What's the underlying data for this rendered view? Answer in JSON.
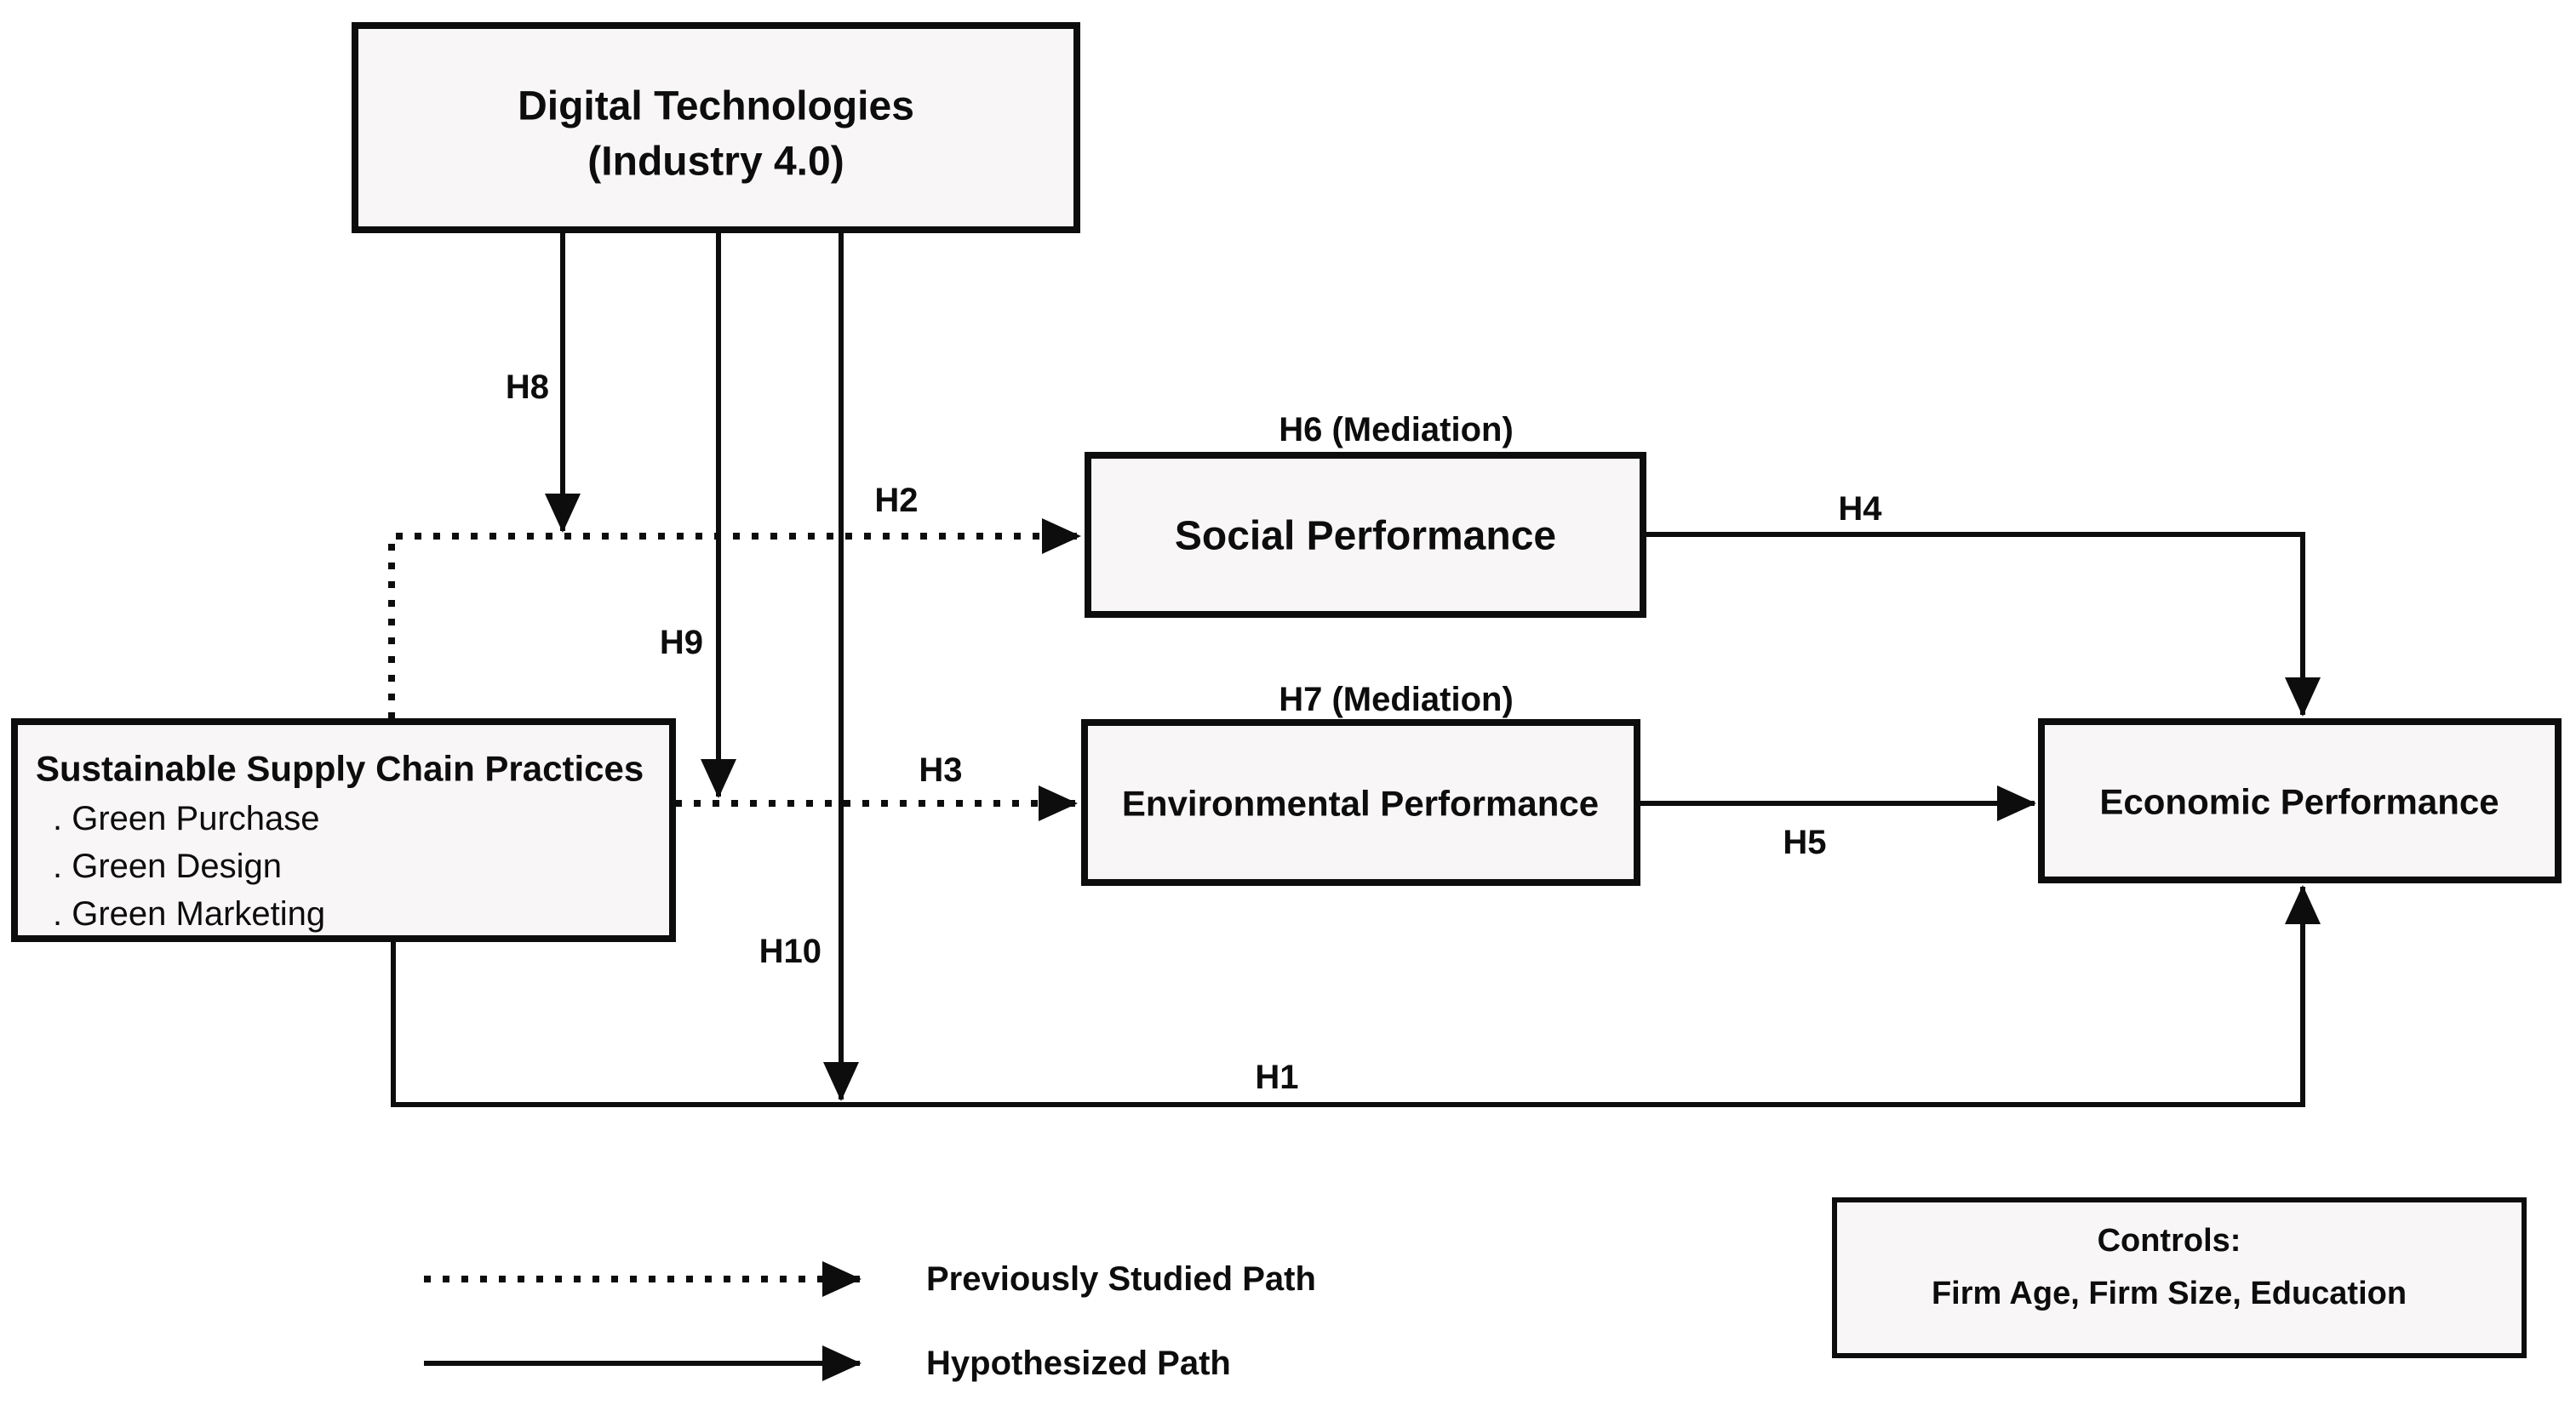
{
  "nodes": {
    "digital_technologies": {
      "line1": "Digital Technologies",
      "line2": "(Industry 4.0)"
    },
    "sscp": {
      "title": "Sustainable Supply Chain Practices",
      "items": [
        ". Green Purchase",
        ". Green Design",
        ". Green Marketing"
      ]
    },
    "social_performance": {
      "label": "Social Performance"
    },
    "environmental_performance": {
      "label": "Environmental Performance"
    },
    "economic_performance": {
      "label": "Economic Performance"
    },
    "controls": {
      "line1": "Controls:",
      "line2": "Firm Age, Firm Size, Education"
    }
  },
  "path_labels": {
    "h1": "H1",
    "h2": "H2",
    "h3": "H3",
    "h4": "H4",
    "h5": "H5",
    "h6": "H6 (Mediation)",
    "h7": "H7 (Mediation)",
    "h8": "H8",
    "h9": "H9",
    "h10": "H10"
  },
  "legend": {
    "previously_studied": "Previously Studied Path",
    "hypothesized": "Hypothesized Path"
  },
  "colors": {
    "line": "#0d0d0d",
    "box_border": "#0d0d0d",
    "box_fill": "#f8f6f6",
    "background": "#ffffff"
  }
}
